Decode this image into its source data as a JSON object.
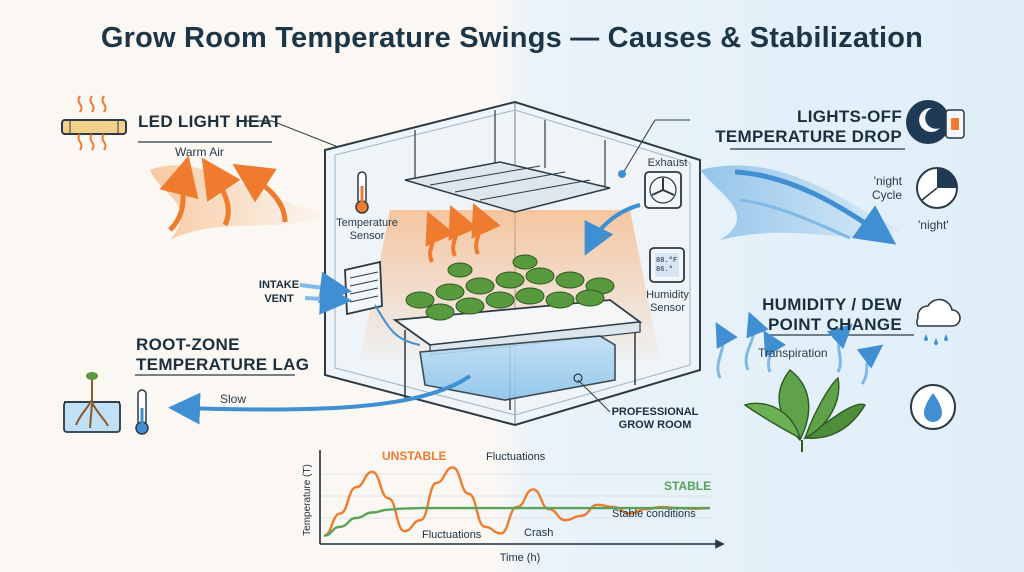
{
  "title": "Grow Room Temperature Swings — Causes & Stabilization",
  "left": {
    "led_heading": "LED LIGHT HEAT",
    "warm_air": "Warm Air",
    "root_heading_line1": "ROOT-ZONE",
    "root_heading_line2": "TEMPERATURE LAG",
    "slow": "Slow",
    "intake_line1": "INTAKE",
    "intake_line2": "VENT"
  },
  "room": {
    "temp_sensor_line1": "Temperature",
    "temp_sensor_line2": "Sensor",
    "exhaust": "Exhaust",
    "humidity_line1": "Humidity",
    "humidity_line2": "Sensor",
    "display_line1": "88.°F",
    "display_line2": "86.°",
    "grow_room_line1": "PROFESSIONAL",
    "grow_room_line2": "GROW ROOM"
  },
  "right": {
    "lights_off_line1": "LIGHTS-OFF",
    "lights_off_line2": "TEMPERATURE DROP",
    "night_cycle_line1": "'night",
    "night_cycle_line2": "Cycle",
    "night": "'night'",
    "humidity_heading_line1": "HUMIDITY / DEW",
    "humidity_heading_line2": "POINT CHANGE",
    "transpiration": "Transpiration"
  },
  "colors": {
    "warm": "#ee7b2e",
    "cool": "#3f8fd2",
    "stable": "#5aa25a",
    "dark": "#1c2f3d"
  },
  "chart_data": {
    "type": "line",
    "xlabel": "Time (h)",
    "ylabel": "Temperature (T)",
    "series": [
      {
        "name": "UNSTABLE",
        "color": "#ee7b2e",
        "values": [
          0.2,
          1.2,
          2.4,
          3.1,
          1.9,
          0.4,
          0.9,
          2.6,
          3.3,
          2.1,
          0.6,
          0.3,
          1.5,
          2.3,
          1.4,
          0.9,
          1.1,
          1.6,
          1.5,
          1.2,
          1.4,
          1.5,
          1.45,
          1.42,
          1.45
        ]
      },
      {
        "name": "STABLE",
        "color": "#5aa25a",
        "values": [
          0.2,
          0.6,
          1.0,
          1.25,
          1.38,
          1.43,
          1.45,
          1.45,
          1.45,
          1.45,
          1.45,
          1.45,
          1.45,
          1.45,
          1.45,
          1.45,
          1.45,
          1.45,
          1.45,
          1.45,
          1.45,
          1.45,
          1.45,
          1.45,
          1.45
        ]
      }
    ],
    "annotations": [
      "Fluctuations",
      "Fluctuations",
      "Crash",
      "Stable conditions"
    ],
    "ylim": [
      0,
      4
    ],
    "grid": true
  }
}
